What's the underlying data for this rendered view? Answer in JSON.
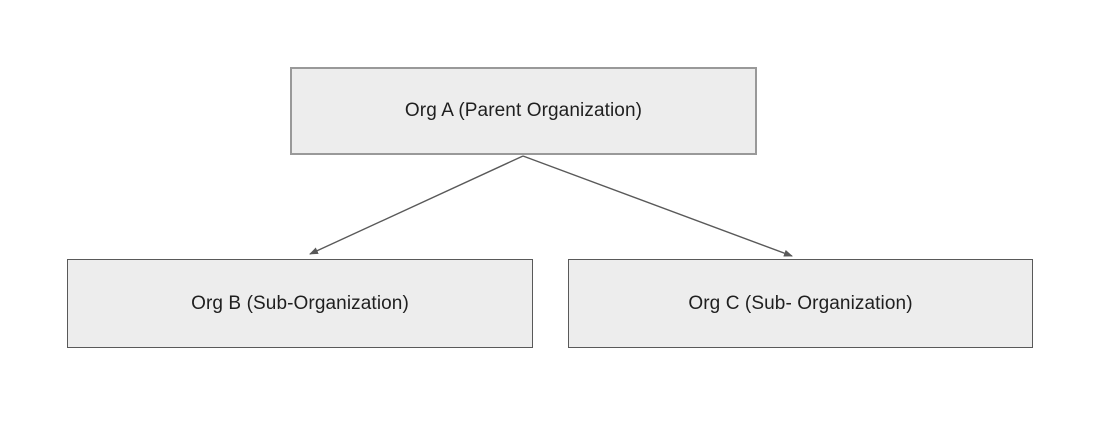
{
  "diagram": {
    "type": "org-chart",
    "nodes": [
      {
        "id": "org-a",
        "label": "Org A (Parent Organization)",
        "role": "parent"
      },
      {
        "id": "org-b",
        "label": "Org B (Sub-Organization)",
        "role": "child"
      },
      {
        "id": "org-c",
        "label": "Org C (Sub- Organization)",
        "role": "child"
      }
    ],
    "edges": [
      {
        "from": "org-a",
        "to": "org-b",
        "style": "arrow"
      },
      {
        "from": "org-a",
        "to": "org-c",
        "style": "arrow"
      }
    ],
    "colors": {
      "background": "#ffffff",
      "node_fill": "#ededed",
      "parent_border": "#999999",
      "child_border": "#595959",
      "connector": "#595959",
      "text": "#1f1f1f"
    }
  }
}
